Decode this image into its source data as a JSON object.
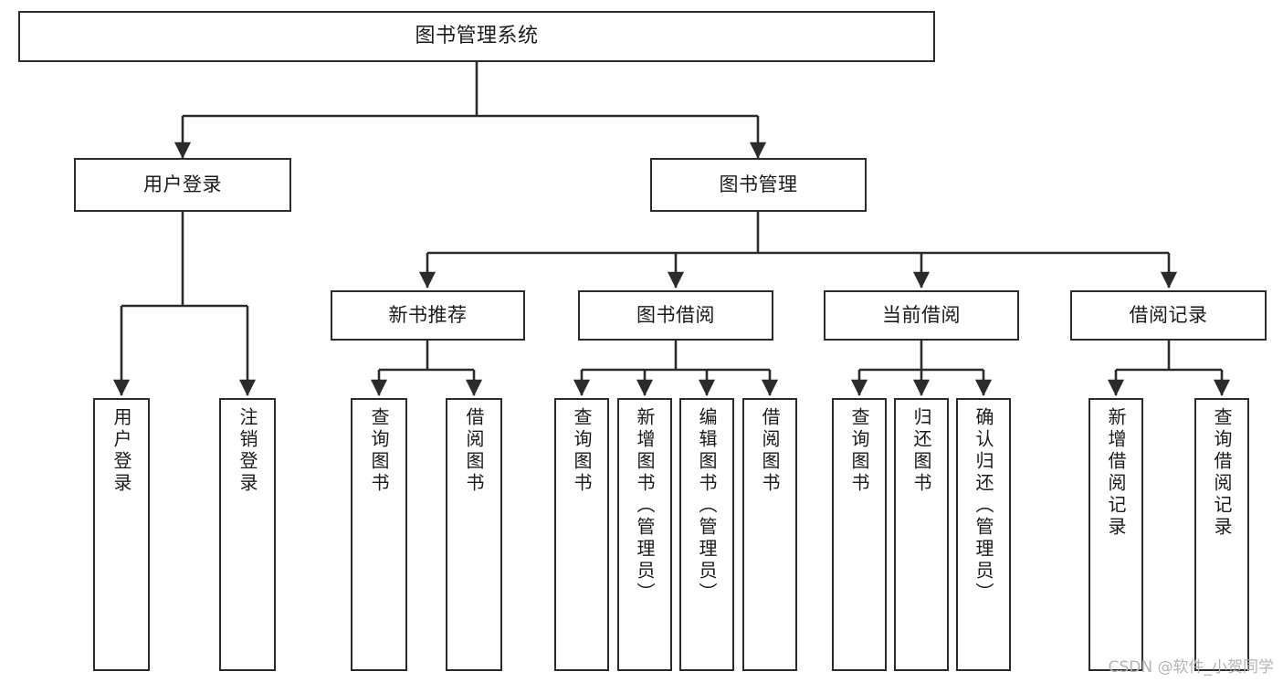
{
  "diagram": {
    "type": "tree",
    "title": "图书管理系统",
    "style": {
      "box_border_color": "#2b2b2b",
      "box_fill_color": "#ffffff",
      "edge_color": "#2b2b2b",
      "text_color": "#1a1a1a",
      "background": "#ffffff",
      "watermark_color": "#b4b4b4"
    },
    "root": {
      "label": "图书管理系统"
    },
    "level1": [
      {
        "label": "用户登录"
      },
      {
        "label": "图书管理"
      }
    ],
    "level2": [
      {
        "label": "新书推荐"
      },
      {
        "label": "图书借阅"
      },
      {
        "label": "当前借阅"
      },
      {
        "label": "借阅记录"
      }
    ],
    "leaves": {
      "user_login": [
        {
          "label": "用户登录"
        },
        {
          "label": "注销登录"
        }
      ],
      "new_book_recommend": [
        {
          "label": "查询图书"
        },
        {
          "label": "借阅图书"
        }
      ],
      "book_borrow": [
        {
          "label": "查询图书"
        },
        {
          "label": "新增图书（管理员）"
        },
        {
          "label": "编辑图书（管理员）"
        },
        {
          "label": "借阅图书"
        }
      ],
      "current_borrow": [
        {
          "label": "查询图书"
        },
        {
          "label": "归还图书"
        },
        {
          "label": "确认归还（管理员）"
        }
      ],
      "borrow_record": [
        {
          "label": "新增借阅记录"
        },
        {
          "label": "查询借阅记录"
        }
      ]
    }
  },
  "watermark": {
    "text": "CSDN @软件_小贺同学"
  }
}
